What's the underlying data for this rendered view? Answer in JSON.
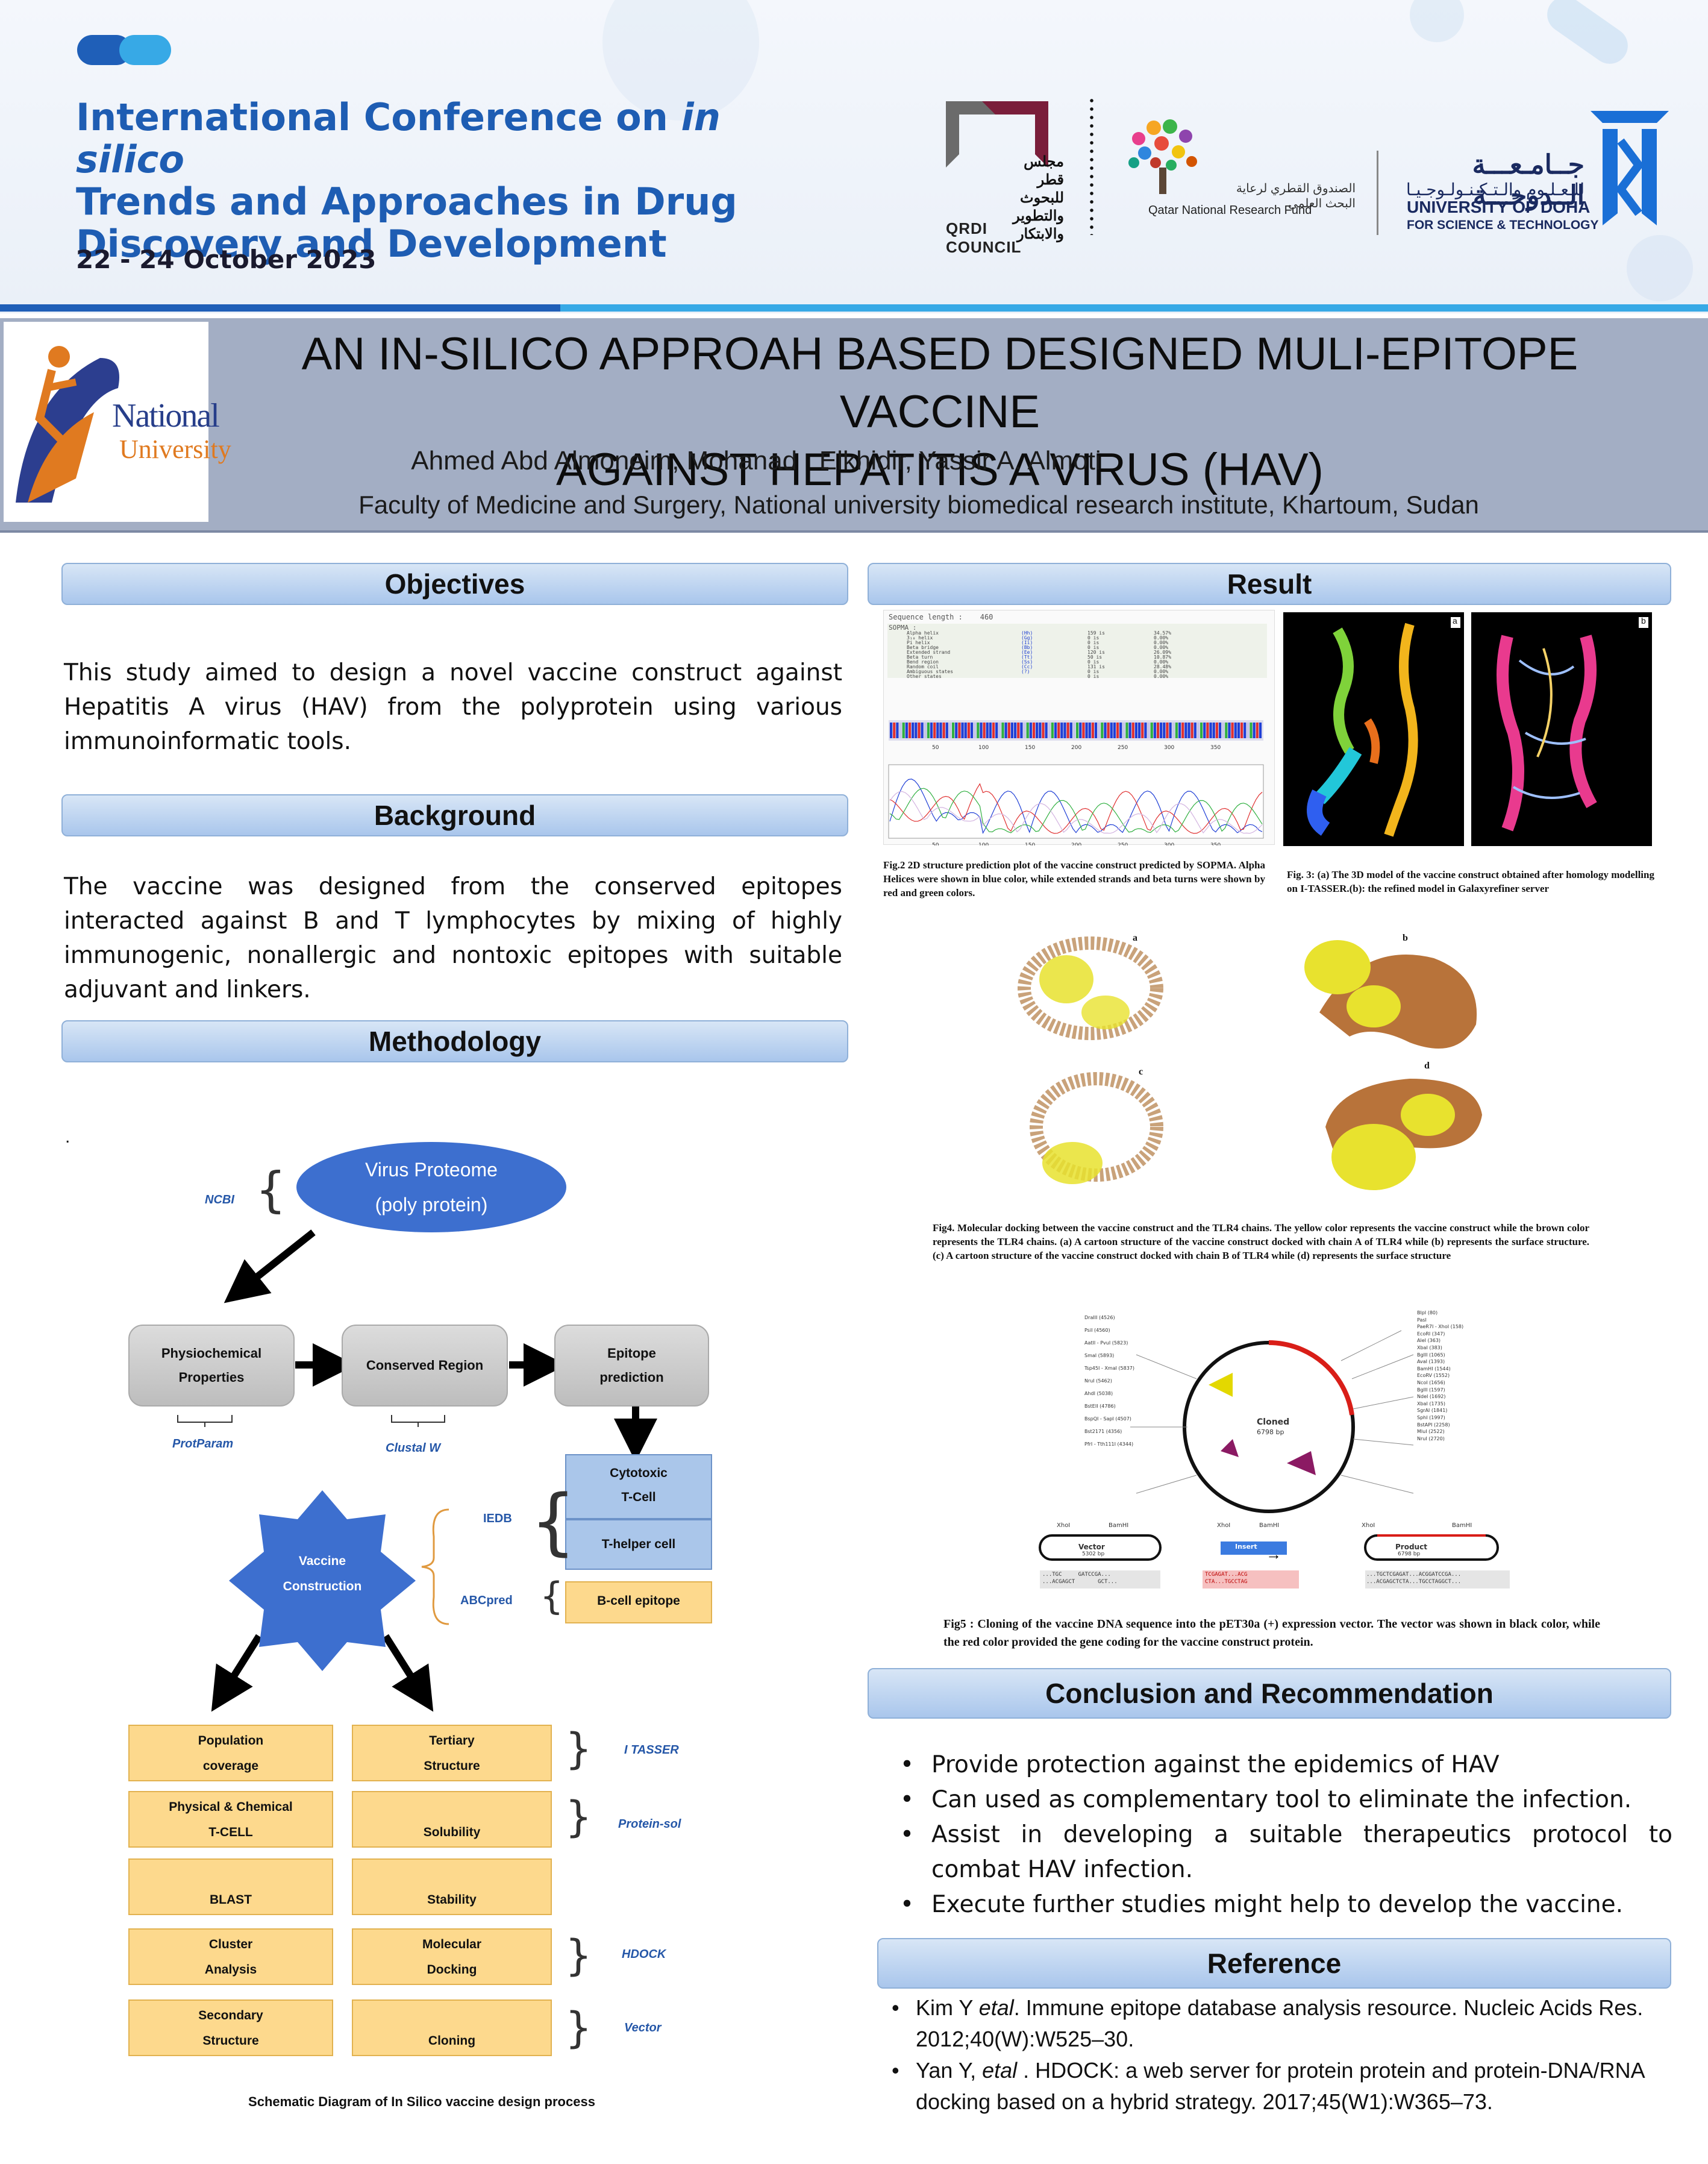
{
  "conference": {
    "title_line1_pre": "International Conference on ",
    "title_line1_italic": "in silico",
    "title_line2": "Trends and Approaches in Drug",
    "title_line3": "Discovery and Development",
    "date": "22 - 24 October 2023",
    "colors": {
      "primary": "#1e5db3",
      "accent": "#37a9e6"
    }
  },
  "sponsors": {
    "qrdi": {
      "arabic_line1": "مجلس قطر",
      "arabic_line2": "للبحوث",
      "arabic_line3": "والتطوير",
      "arabic_line4": "والابتكار",
      "label": "QRDI COUNCIL"
    },
    "qnrf": {
      "arabic": "الصندوق القطري لرعاية البحث العلمي",
      "label": "Qatar National Research Fund"
    },
    "udst": {
      "arabic_line1": "جــامـعـــة الــدوحـــة",
      "arabic_line2": "للـعـلـوم والـتـكـنـولـوجـيـا",
      "name_line1": "UNIVERSITY OF DOHA",
      "name_line2": "FOR SCIENCE & TECHNOLOGY"
    }
  },
  "poster": {
    "logo": {
      "line1": "National",
      "line2": "University"
    },
    "title_line1": "AN IN-SILICO APPROAH BASED DESIGNED MULI-EPITOPE VACCINE",
    "title_line2": "AGAINST HEPATITIS A VIRUS (HAV)",
    "authors": "Ahmed Abd Almoneim, Mohanad   Elkhidir, Yassir A. Almoti",
    "affiliation": "Faculty of Medicine and Surgery, National university biomedical research institute, Khartoum, Sudan"
  },
  "objectives": {
    "heading": "Objectives",
    "text": "This study aimed to design a novel vaccine construct against Hepatitis A virus (HAV) from the polyprotein using various immunoinformatic tools."
  },
  "background": {
    "heading": "Background",
    "text": "The vaccine was designed from the conserved epitopes interacted against B and T lymphocytes by mixing of highly immunogenic, nonallergic and nontoxic epitopes with suitable adjuvant and linkers."
  },
  "methodology": {
    "heading": "Methodology",
    "stray_dot": ".",
    "flow": {
      "proteome_line1": "Virus Proteome",
      "proteome_line2": "(poly protein)",
      "ncbi": "NCBI",
      "physio_line1": "Physiochemical",
      "physio_line2": "Properties",
      "conserved": "Conserved Region",
      "epitope_line1": "Epitope",
      "epitope_line2": "prediction",
      "protparam": "ProtParam",
      "clustal": "Clustal W",
      "cytotoxic_line1": "Cytotoxic",
      "cytotoxic_line2": "T-Cell",
      "thelper": "T-helper cell",
      "bcell": "B-cell epitope",
      "iedb": "IEDB",
      "abcpred": "ABCpred",
      "vaccine_line1": "Vaccine",
      "vaccine_line2": "Construction",
      "left_boxes": [
        {
          "line1": "Population",
          "line2": "coverage"
        },
        {
          "line1": "Physical & Chemical",
          "line2": "T-CELL"
        },
        {
          "line1": "",
          "line2": "BLAST"
        },
        {
          "line1": "Cluster",
          "line2": "Analysis"
        },
        {
          "line1": "Secondary",
          "line2": "Structure"
        }
      ],
      "right_boxes": [
        {
          "line1": "Tertiary",
          "line2": "Structure"
        },
        {
          "line1": "",
          "line2": "Solubility"
        },
        {
          "line1": "",
          "line2": "Stability"
        },
        {
          "line1": "Molecular",
          "line2": "Docking"
        },
        {
          "line1": "",
          "line2": "Cloning"
        }
      ],
      "tools": {
        "itasser": "I TASSER",
        "proteinsol": "Protein-sol",
        "hdock": "HDOCK",
        "vector": "Vector"
      }
    },
    "caption": "Schematic Diagram of In Silico vaccine design process"
  },
  "result": {
    "heading": "Result",
    "sopma": {
      "seq_length": "Sequence length :    460",
      "header": "SOPMA :",
      "rows": [
        {
          "name": "Alpha helix",
          "code": "(Hh)",
          "n": "159",
          "pct": "34.57%"
        },
        {
          "name": "3₁₀ helix",
          "code": "(Gg)",
          "n": "0",
          "pct": "0.00%"
        },
        {
          "name": "Pi helix",
          "code": "(Ii)",
          "n": "0",
          "pct": "0.00%"
        },
        {
          "name": "Beta bridge",
          "code": "(Bb)",
          "n": "0",
          "pct": "0.00%"
        },
        {
          "name": "Extended strand",
          "code": "(Ee)",
          "n": "120",
          "pct": "26.09%"
        },
        {
          "name": "Beta turn",
          "code": "(Tt)",
          "n": "50",
          "pct": "10.87%"
        },
        {
          "name": "Bend region",
          "code": "(Ss)",
          "n": "0",
          "pct": "0.00%"
        },
        {
          "name": "Random coil",
          "code": "(Cc)",
          "n": "131",
          "pct": "28.48%"
        },
        {
          "name": "Ambiguous states",
          "code": "(?)",
          "n": "0",
          "pct": "0.00%"
        },
        {
          "name": "Other states",
          "code": "",
          "n": "0",
          "pct": "0.00%"
        }
      ],
      "ticks": [
        "50",
        "100",
        "150",
        "200",
        "250",
        "300",
        "350"
      ]
    },
    "fig2_caption": "Fig.2 2D structure prediction plot of the vaccine construct predicted by SOPMA. Alpha Helices were shown in blue color, while extended strands and beta turns were shown by red and green colors.",
    "fig3_label_a": "a",
    "fig3_label_b": "b",
    "fig3_caption": "Fig. 3: (a) The 3D model of the vaccine construct obtained after homology modelling on I-TASSER.(b): the refined model in Galaxyrefiner server",
    "fig4_labels": [
      "a",
      "b",
      "c",
      "d"
    ],
    "fig4_caption": "Fig4. Molecular docking between the vaccine construct and the TLR4 chains. The yellow color represents the vaccine construct while the brown color represents the TLR4 chains. (a) A cartoon structure of the vaccine construct docked with chain A of TLR4 while (b) represents the surface structure. (c) A cartoon structure of the vaccine construct docked with chain B of TLR4 while (d) represents the surface structure",
    "fig5": {
      "center_line1": "Cloned",
      "center_line2": "6798 bp",
      "vector_label": "Vector",
      "vector_bp": "5302 bp",
      "insert_label": "Insert",
      "product_label": "Product",
      "product_bp": "6798 bp",
      "xhoi": "XhoI",
      "bamhi": "BamHI",
      "seq_left": "...TGC     GATCCGA...",
      "seq_left2": "...ACGAGCT       GCT...",
      "seq_mid": "TCGAGAT...ACG",
      "seq_mid2": "CTA...TGCCTAG",
      "seq_right": "...TGCTCGAGAT...ACGGATCCGA...",
      "seq_right2": "...ACGAGCTCTA...TGCCTAGGCT...",
      "sites_right": [
        "BlpI (80)",
        "PasI",
        "PaeR7I - XhoI (158)",
        "EcoRI (347)",
        "AleI (363)",
        "XbaI (383)",
        "BglII (1065)",
        "AvaI (1393)",
        "BamHI (1544)",
        "EcoRV (1552)",
        "NcoI (1656)",
        "BglII (1597)",
        "NdeI (1692)",
        "XbaI (1735)",
        "SgrAI (1841)",
        "SphI (1997)",
        "BstAPI (2258)",
        "MluI (2522)",
        "NruI (2720)"
      ],
      "sites_left": [
        "DraIII (4526)",
        "PsiI (4560)",
        "AatII - PvuI (5823)",
        "SmaI (5893)",
        "Tsp45I - XmaI (5837)",
        "NruI (5462)",
        "AhdI (5038)",
        "BstEII (4786)",
        "BspQI - SapI (4507)",
        "Bst2171 (4356)",
        "PfrI - Tth111I (4344)"
      ]
    },
    "fig5_caption": "Fig5 : Cloning of the vaccine DNA sequence into the pET30a (+) expression vector. The vector was shown in black color, while the red color provided the gene coding for the vaccine construct protein."
  },
  "conclusion": {
    "heading": "Conclusion and Recommendation",
    "items": [
      "Provide protection against the epidemics of HAV",
      "Can used as complementary tool to eliminate the infection.",
      "Assist in developing a suitable therapeutics protocol to combat HAV infection.",
      "Execute further studies might help to develop the vaccine."
    ]
  },
  "reference": {
    "heading": "Reference",
    "items": [
      {
        "pre": "Kim Y ",
        "italic": "etal",
        "post": ". Immune epitope database analysis resource. Nucleic Acids Res. 2012;40(W):W525–30."
      },
      {
        "pre": "Yan Y, ",
        "italic": "etal",
        "post": " . HDOCK: a web server for protein protein and protein-DNA/RNA docking based on a hybrid strategy. 2017;45(W1):W365–73."
      }
    ]
  }
}
